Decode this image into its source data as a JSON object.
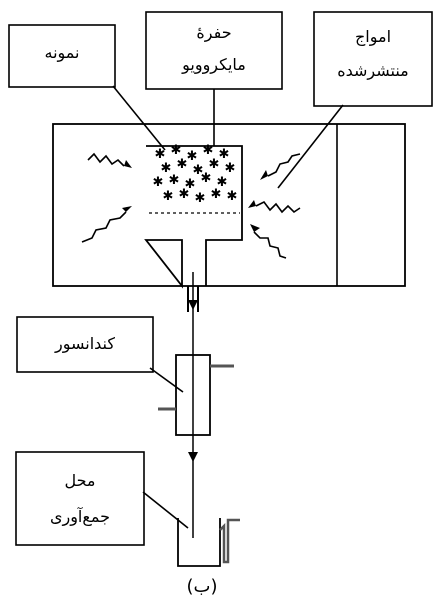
{
  "labels": {
    "sample": "نمونه",
    "microwave_cavity_line1": "حفرهٔ",
    "microwave_cavity_line2": "مایکروویو",
    "scattered_waves_line1": "امواج",
    "scattered_waves_line2": "منتشرشده",
    "condenser": "کندانسور",
    "collection_point_line1": "محل",
    "collection_point_line2": "جمع‌آوری"
  },
  "caption": "(ب)"
}
